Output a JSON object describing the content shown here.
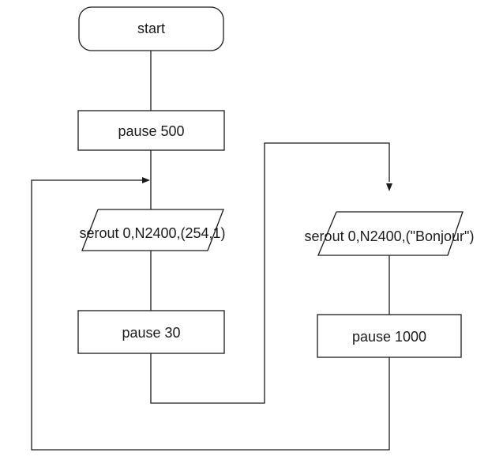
{
  "diagram": {
    "nodes": {
      "start": "start",
      "pause_500": "pause 500",
      "serout_clear": "serout 0,N2400,(254,1)",
      "pause_30": "pause 30",
      "serout_bonjour": "serout 0,N2400,(\"Bonjour\")",
      "pause_1000": "pause 1000"
    }
  }
}
